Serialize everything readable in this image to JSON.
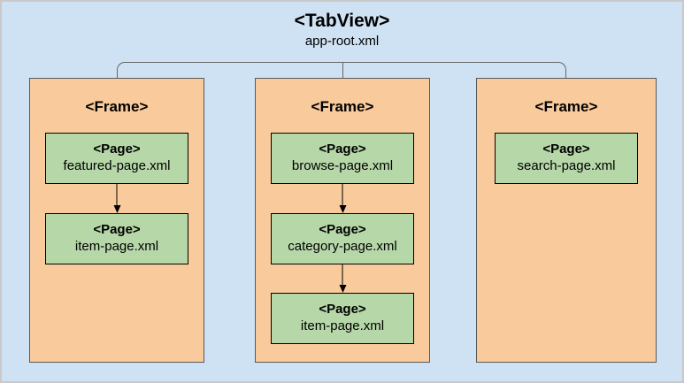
{
  "title": "<TabView>",
  "subtitle": "app-root.xml",
  "colors": {
    "background": "#cfe2f3",
    "outer_border": "#c9c9c9",
    "frame_fill": "#f9cb9c",
    "frame_border": "#595959",
    "page_fill": "#b6d7a8",
    "page_border": "#000000",
    "connector": "#666666",
    "arrow": "#000000",
    "text": "#000000"
  },
  "frames": [
    {
      "label": "<Frame>",
      "pages": [
        {
          "tag": "<Page>",
          "file": "featured-page.xml"
        },
        {
          "tag": "<Page>",
          "file": "item-page.xml"
        }
      ]
    },
    {
      "label": "<Frame>",
      "pages": [
        {
          "tag": "<Page>",
          "file": "browse-page.xml"
        },
        {
          "tag": "<Page>",
          "file": "category-page.xml"
        },
        {
          "tag": "<Page>",
          "file": "item-page.xml"
        }
      ]
    },
    {
      "label": "<Frame>",
      "pages": [
        {
          "tag": "<Page>",
          "file": "search-page.xml"
        }
      ]
    }
  ]
}
